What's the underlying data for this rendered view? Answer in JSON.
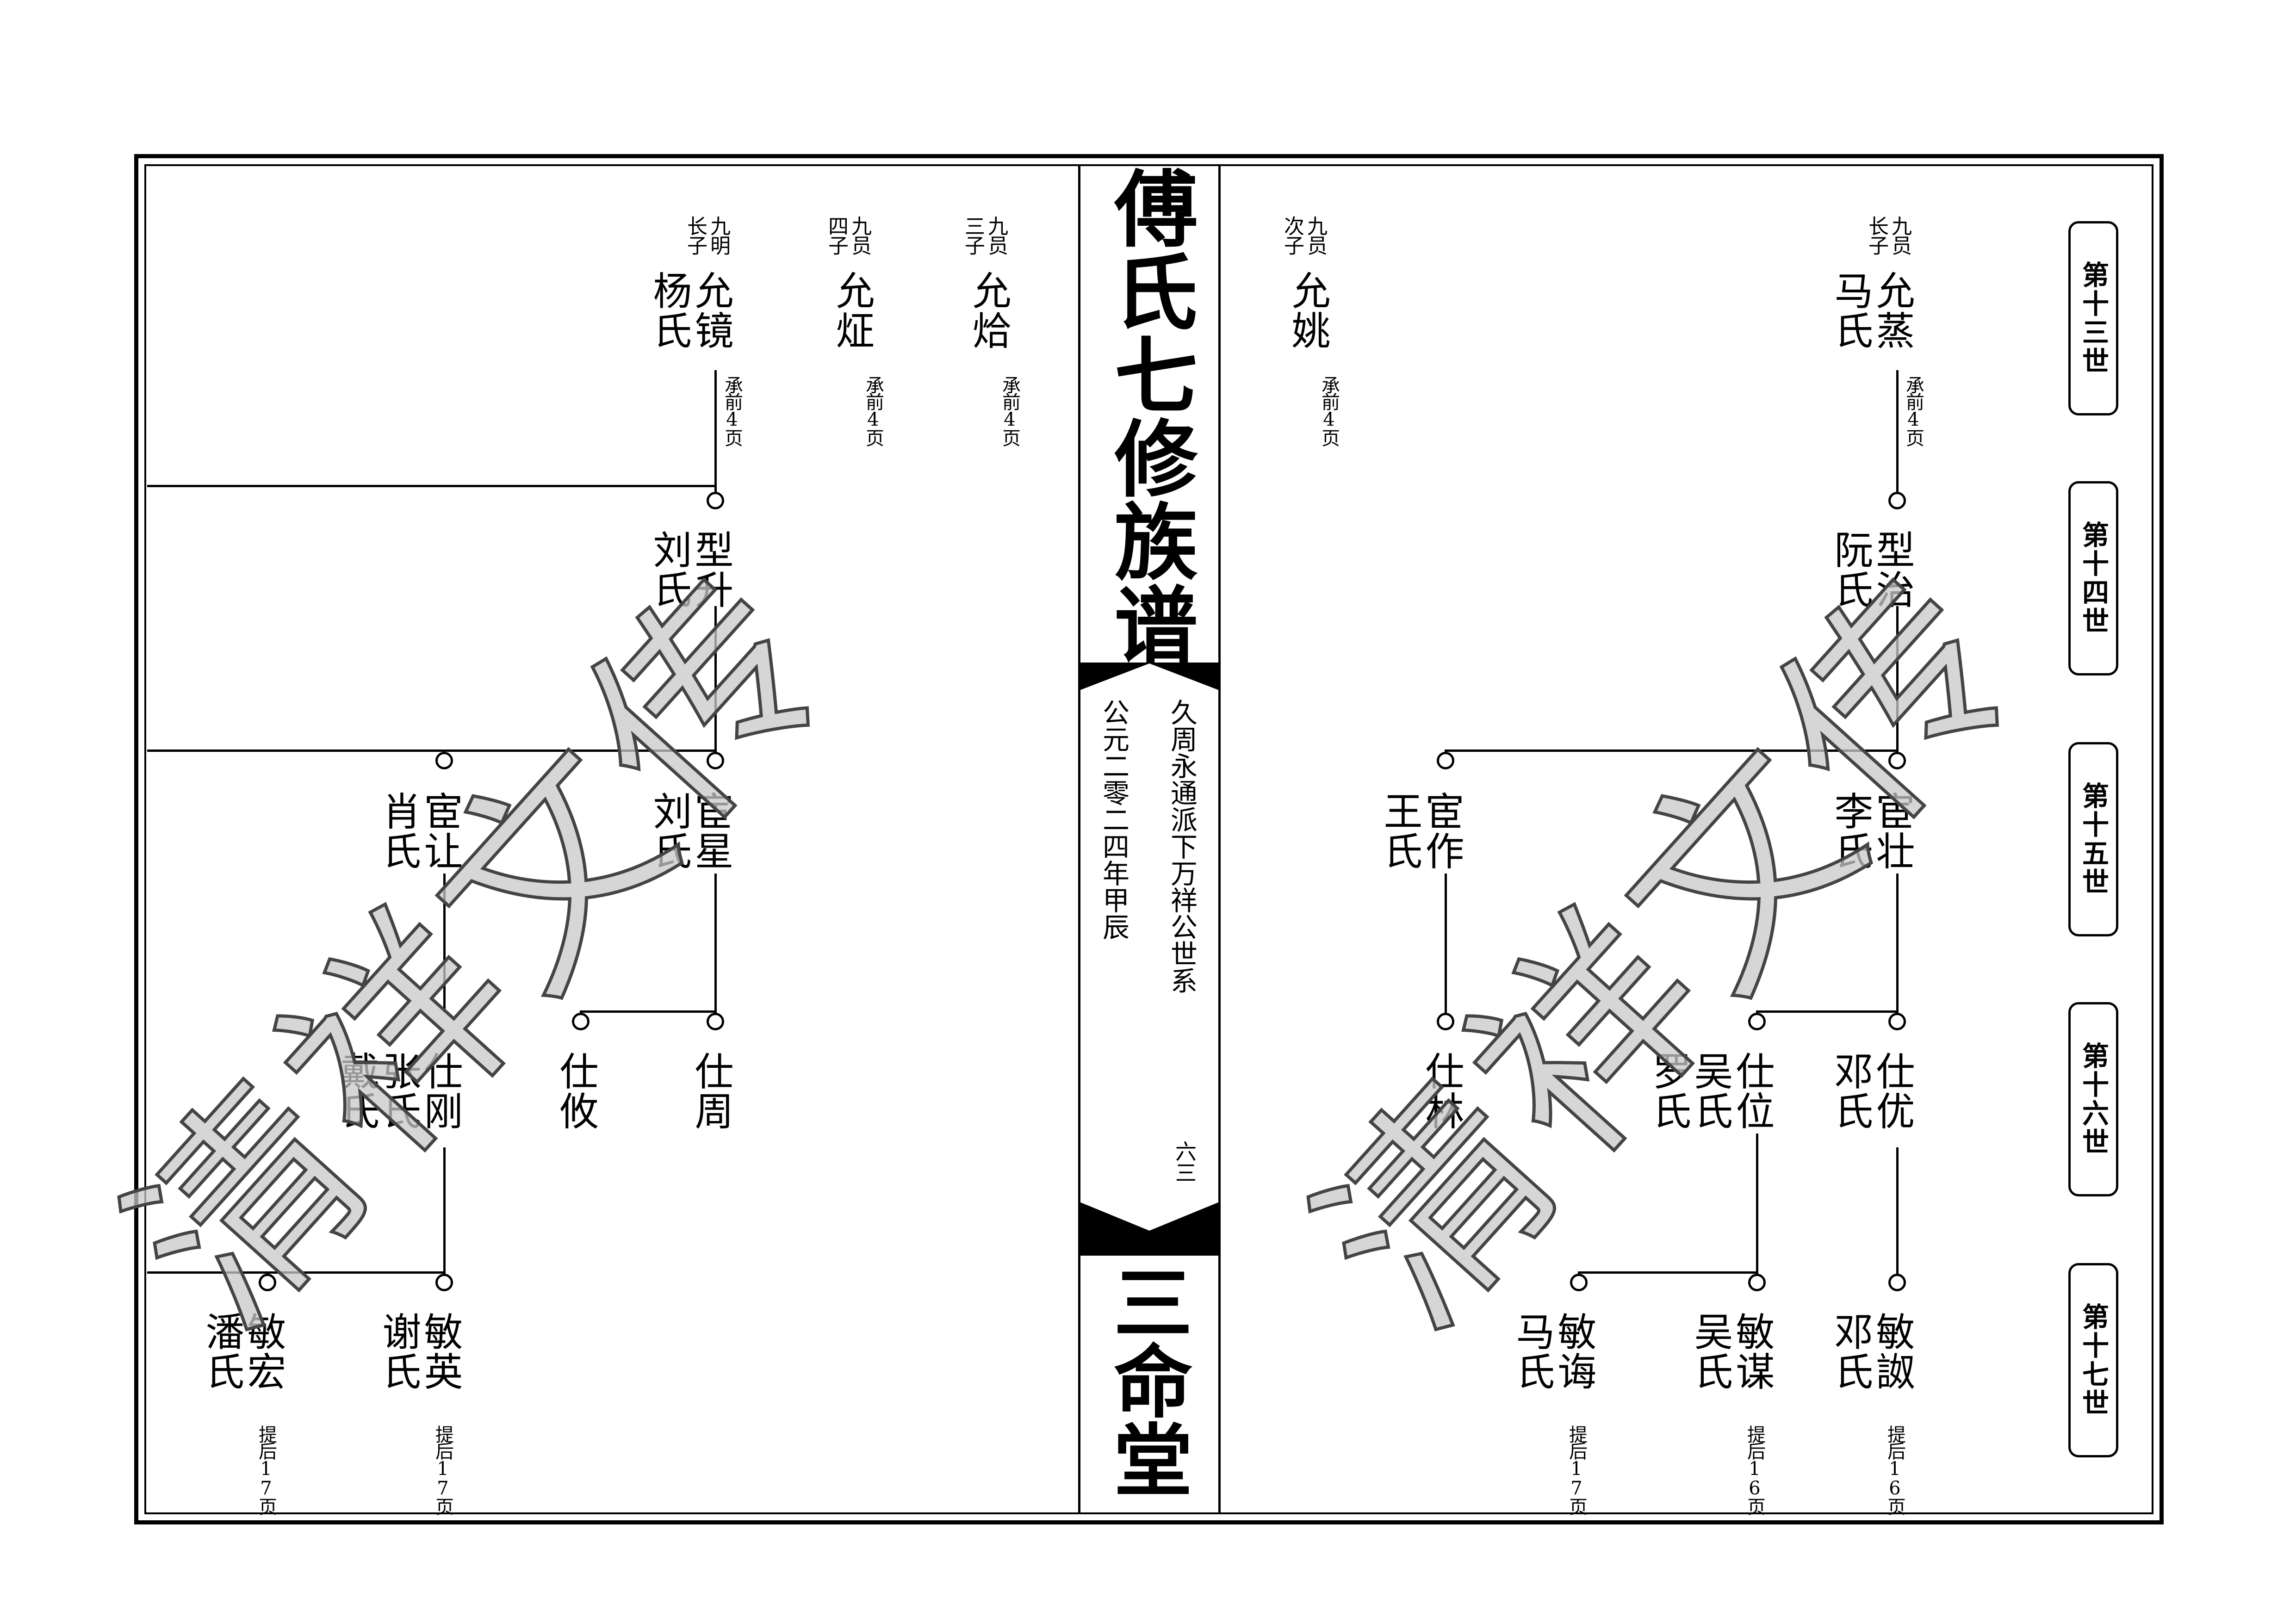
{
  "spine": {
    "title": "傅氏七修族谱",
    "branch": "久周永通派下万祥公世系",
    "date": "公元二零二四年甲辰",
    "page_number": "六三",
    "hall": "三命堂"
  },
  "generations": [
    "第十三世",
    "第十四世",
    "第十五世",
    "第十六世",
    "第十七世"
  ],
  "watermark": "清祥文传",
  "right_page": {
    "gen13": [
      {
        "rank": "次子",
        "father": "九员",
        "name": "允姚",
        "note": "承前4页"
      },
      {
        "rank": "长子",
        "father": "九员",
        "name": "允蒸",
        "spouse": "马氏",
        "note": "承前4页"
      }
    ],
    "gen14": [
      {
        "name": "型治",
        "spouse": "阮氏"
      }
    ],
    "gen15": [
      {
        "name": "宦壮",
        "spouse": "李氏"
      },
      {
        "name": "宦作",
        "spouse": "王氏"
      }
    ],
    "gen16": [
      {
        "name": "仕优",
        "spouse": "邓氏"
      },
      {
        "name": "仕位",
        "spouse": "吴氏",
        "spouse2": "罗氏"
      },
      {
        "name": "仕林"
      }
    ],
    "gen17": [
      {
        "name": "敏詉",
        "spouse": "邓氏",
        "note": "提后16页"
      },
      {
        "name": "敏谋",
        "spouse": "吴氏",
        "note": "提后16页"
      },
      {
        "name": "敏诲",
        "spouse": "马氏",
        "note": "提后17页"
      }
    ]
  },
  "left_page": {
    "gen13": [
      {
        "rank": "三子",
        "father": "九员",
        "name": "允烚",
        "note": "承前4页"
      },
      {
        "rank": "四子",
        "father": "九员",
        "name": "允炡",
        "note": "承前4页"
      },
      {
        "rank": "长子",
        "father": "九明",
        "name": "允镜",
        "spouse": "杨氏",
        "note": "承前4页"
      }
    ],
    "gen14": [
      {
        "name": "型升",
        "spouse": "刘氏"
      }
    ],
    "gen15": [
      {
        "name": "宦星",
        "spouse": "刘氏"
      },
      {
        "name": "宦让",
        "spouse": "肖氏"
      }
    ],
    "gen16": [
      {
        "name": "仕周"
      },
      {
        "name": "仕攸"
      },
      {
        "name": "仕刚",
        "spouse": "张氏",
        "spouse2": "戴氏"
      }
    ],
    "gen17": [
      {
        "name": "敏英",
        "spouse": "谢氏",
        "note": "提后17页"
      },
      {
        "name": "敏宏",
        "spouse": "潘氏",
        "note": "提后17页"
      }
    ]
  }
}
